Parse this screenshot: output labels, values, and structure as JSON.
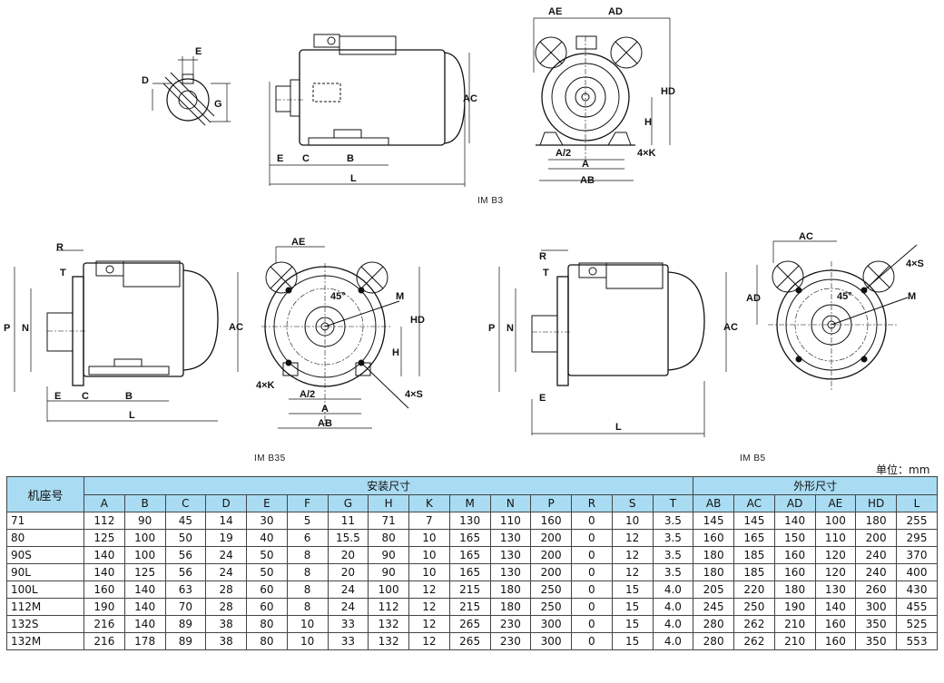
{
  "captions": {
    "b3": "IM  B3",
    "b35": "IM  B35",
    "b5": "IM  B5"
  },
  "unit_label": "单位：mm",
  "dim_labels": {
    "shaft": [
      "E",
      "D",
      "G"
    ],
    "b3_side": [
      "E",
      "C",
      "B",
      "L",
      "AC"
    ],
    "b3_front": [
      "AE",
      "AD",
      "HD",
      "H",
      "A/2",
      "A",
      "AB",
      "4×K"
    ],
    "b35_side": [
      "R",
      "T",
      "P",
      "N",
      "E",
      "C",
      "B",
      "L",
      "AC"
    ],
    "b35_front": [
      "AE",
      "45°",
      "M",
      "HD",
      "H",
      "4×K",
      "A/2",
      "A",
      "AB",
      "4×S"
    ],
    "b5_side": [
      "R",
      "T",
      "P",
      "N",
      "E",
      "L",
      "AC"
    ],
    "b5_front": [
      "AC",
      "AD",
      "45°",
      "M",
      "4×S"
    ]
  },
  "table": {
    "code_header": "机座号",
    "install_group": "安装尺寸",
    "outline_group": "外形尺寸",
    "install_cols": [
      "A",
      "B",
      "C",
      "D",
      "E",
      "F",
      "G",
      "H",
      "K",
      "M",
      "N",
      "P",
      "R",
      "S",
      "T"
    ],
    "outline_cols": [
      "AB",
      "AC",
      "AD",
      "AE",
      "HD",
      "L"
    ],
    "rows": [
      [
        "71",
        "112",
        "90",
        "45",
        "14",
        "30",
        "5",
        "11",
        "71",
        "7",
        "130",
        "110",
        "160",
        "0",
        "10",
        "3.5",
        "145",
        "145",
        "140",
        "100",
        "180",
        "255"
      ],
      [
        "80",
        "125",
        "100",
        "50",
        "19",
        "40",
        "6",
        "15.5",
        "80",
        "10",
        "165",
        "130",
        "200",
        "0",
        "12",
        "3.5",
        "160",
        "165",
        "150",
        "110",
        "200",
        "295"
      ],
      [
        "90S",
        "140",
        "100",
        "56",
        "24",
        "50",
        "8",
        "20",
        "90",
        "10",
        "165",
        "130",
        "200",
        "0",
        "12",
        "3.5",
        "180",
        "185",
        "160",
        "120",
        "240",
        "370"
      ],
      [
        "90L",
        "140",
        "125",
        "56",
        "24",
        "50",
        "8",
        "20",
        "90",
        "10",
        "165",
        "130",
        "200",
        "0",
        "12",
        "3.5",
        "180",
        "185",
        "160",
        "120",
        "240",
        "400"
      ],
      [
        "100L",
        "160",
        "140",
        "63",
        "28",
        "60",
        "8",
        "24",
        "100",
        "12",
        "215",
        "180",
        "250",
        "0",
        "15",
        "4.0",
        "205",
        "220",
        "180",
        "130",
        "260",
        "430"
      ],
      [
        "112M",
        "190",
        "140",
        "70",
        "28",
        "60",
        "8",
        "24",
        "112",
        "12",
        "215",
        "180",
        "250",
        "0",
        "15",
        "4.0",
        "245",
        "250",
        "190",
        "140",
        "300",
        "455"
      ],
      [
        "132S",
        "216",
        "140",
        "89",
        "38",
        "80",
        "10",
        "33",
        "132",
        "12",
        "265",
        "230",
        "300",
        "0",
        "15",
        "4.0",
        "280",
        "262",
        "210",
        "160",
        "350",
        "525"
      ],
      [
        "132M",
        "216",
        "178",
        "89",
        "38",
        "80",
        "10",
        "33",
        "132",
        "12",
        "265",
        "230",
        "300",
        "0",
        "15",
        "4.0",
        "280",
        "262",
        "210",
        "160",
        "350",
        "553"
      ]
    ]
  }
}
